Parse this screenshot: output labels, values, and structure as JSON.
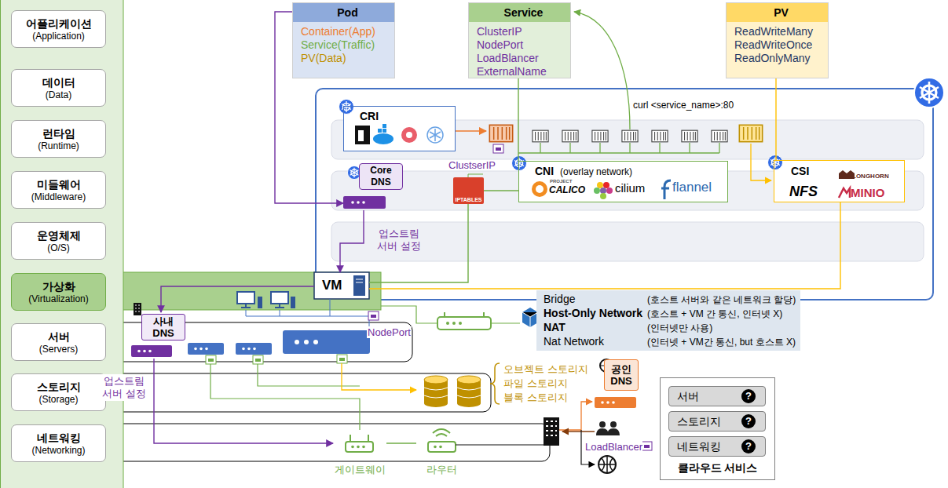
{
  "diagram": {
    "nodes": [
      {
        "text": [
          "어플리케이션",
          "(Application)"
        ]
      },
      {
        "text": [
          "데이터",
          "(Data)"
        ]
      },
      {
        "text": [
          "런타임",
          "(Runtime)"
        ]
      },
      {
        "text": [
          "미들웨어",
          "(Middleware)"
        ]
      },
      {
        "text": [
          "운영체제",
          "(O/S)"
        ]
      },
      {
        "text": [
          "가상화",
          "(Virtualization)"
        ]
      },
      {
        "text": [
          "서버",
          "(Servers)"
        ]
      },
      {
        "text": [
          "스토리지",
          "(Storage)"
        ]
      },
      {
        "text": [
          "네트워킹",
          "(Networking)"
        ]
      },
      {
        "text": [
          "Pod",
          "Container(App)",
          "Service(Traffic)",
          "PV(Data)"
        ]
      },
      {
        "text": [
          "Service",
          "ClusterIP",
          "NodePort",
          "LoadBlancer",
          "ExternalName"
        ]
      },
      {
        "text": [
          "PV",
          "ReadWriteMany",
          "ReadWriteOnce",
          "ReadOnlyMany"
        ]
      },
      {
        "text": [
          "CRI"
        ]
      },
      {
        "text": [
          "Core DNS"
        ]
      },
      {
        "text": [
          "IPTABLES"
        ]
      },
      {
        "text": [
          "CNI",
          "(overlay network)"
        ]
      },
      {
        "text": [
          "CSI"
        ]
      },
      {
        "text": [
          "VM"
        ]
      },
      {
        "text": [
          "사내 DNS"
        ]
      },
      {
        "text": [
          "Bridge",
          "(호스트 서버와 같은 네트워크 할당)",
          "Host-Only Network",
          "(호스트 + VM 간 통신, 인터넷 X)",
          "NAT",
          "(인터넷만 사용)",
          "Nat Network",
          "(인터넷 + VM간 통신, but 호스트 X)"
        ]
      },
      {
        "text": [
          "공인 DNS"
        ]
      },
      {
        "text": [
          "게이트웨이"
        ]
      },
      {
        "text": [
          "라우터"
        ]
      },
      {
        "text": [
          "클라우드 서비스"
        ]
      },
      {
        "text": [
          "서버",
          "?"
        ],
        "in": 23
      },
      {
        "text": [
          "스토리지",
          "?"
        ],
        "in": 23
      },
      {
        "text": [
          "네트워킹",
          "?"
        ],
        "in": 23
      }
    ],
    "edges": [
      {
        "from": 9,
        "to": 13,
        "arrow": "to"
      },
      {
        "from": 10,
        "to": 15,
        "arrow": "none"
      },
      {
        "from": 11,
        "to": 16,
        "arrow": "none"
      },
      {
        "from": 13,
        "to": 17,
        "arrow": "to",
        "label": "업스트림 서버 설정"
      },
      {
        "from": 17,
        "to": 18,
        "arrow": "to"
      },
      {
        "from": 18,
        "to": 21,
        "arrow": "to",
        "label": "업스트림 서버 설정"
      },
      {
        "from": 14,
        "to": 15,
        "arrow": "none"
      },
      {
        "from": 14,
        "to": 17,
        "arrow": "none"
      },
      {
        "from": 16,
        "to": 17,
        "arrow": "none"
      },
      {
        "from": 21,
        "to": 22,
        "arrow": "none"
      }
    ],
    "labels": [
      "curl <service_name>:80",
      "ClustserIP",
      "NodePort",
      "오브젝트 스토리지",
      "파일 스토리지",
      "블록 스토리지",
      "LoadBlancer",
      "PROJECT",
      "CALICO",
      "cilium",
      "flannel",
      "LONGHORN",
      "NFS",
      "MINIO"
    ]
  }
}
